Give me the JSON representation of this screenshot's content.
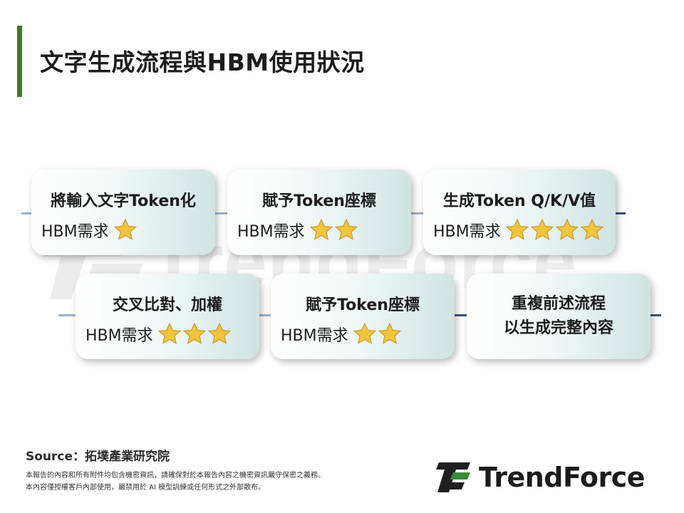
{
  "page_title": "文字生成流程與HBM使用狀況",
  "watermark_text": "TrendForce",
  "hbm_label": "HBM需求",
  "cards": [
    {
      "title": "將輸入文字Token化",
      "stars": 1
    },
    {
      "title": "賦予Token座標",
      "stars": 2
    },
    {
      "title": "生成Token Q/K/V值",
      "stars": 4
    },
    {
      "title": "交叉比對、加權",
      "stars": 3
    },
    {
      "title": "賦予Token座標",
      "stars": 2
    },
    {
      "lines": [
        "重複前述流程",
        "以生成完整內容"
      ]
    }
  ],
  "source": "Source：拓墣產業研究院",
  "disclaimer": [
    "本報告的內容和所有附件均包含機密資訊，請確保對於本報告內容之機密資訊嚴守保密之義務。",
    "本內容僅授權客戶內部使用，嚴禁用於 AI 模型訓練或任何形式之外部散布。"
  ],
  "logo": {
    "text": "TrendForce",
    "icon": "trendforce-logo-icon"
  },
  "colors": {
    "accent_green": "#3f7a2c",
    "star_gold": "#f0c53c",
    "card_teal": "#cfe4e2",
    "connector": "#9fb3c9"
  }
}
